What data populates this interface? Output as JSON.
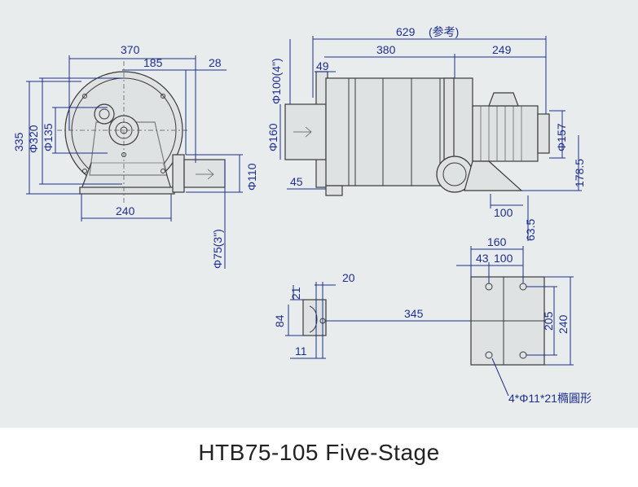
{
  "caption": "HTB75-105 Five-Stage",
  "colors": {
    "dimension": "#1e2f8f",
    "outline": "#3a3a3a",
    "background": "#e9ecec"
  },
  "front_view": {
    "width_total": "370",
    "center_to_side": "185",
    "flange_offset": "28",
    "height_total": "335",
    "outer_diameter": "Φ320",
    "inner_diameter": "Φ135",
    "base_width": "240",
    "outlet_diameter": "Φ110",
    "pipe_diameter": "Φ75(3\")"
  },
  "side_view": {
    "length_total": "629",
    "length_note": "(参考)",
    "body_length": "380",
    "motor_length": "249",
    "inlet_offset": "49",
    "inlet_diameter": "Φ100(4\")",
    "inlet_flange": "Φ160",
    "base_offset": "45",
    "motor_diameter": "Φ157",
    "motor_height": "178.5",
    "foot_width": "100",
    "foot_height": "63.5"
  },
  "foot_detail": {
    "width": "20",
    "top": "21",
    "height": "84",
    "bottom": "11"
  },
  "base_plan": {
    "spacing_total": "345",
    "width_total": "160",
    "hole_offset": "43",
    "hole_spacing": "100",
    "depth_holes": "205",
    "depth_total": "240",
    "hole_note": "4*Φ11*21橢圓形"
  }
}
